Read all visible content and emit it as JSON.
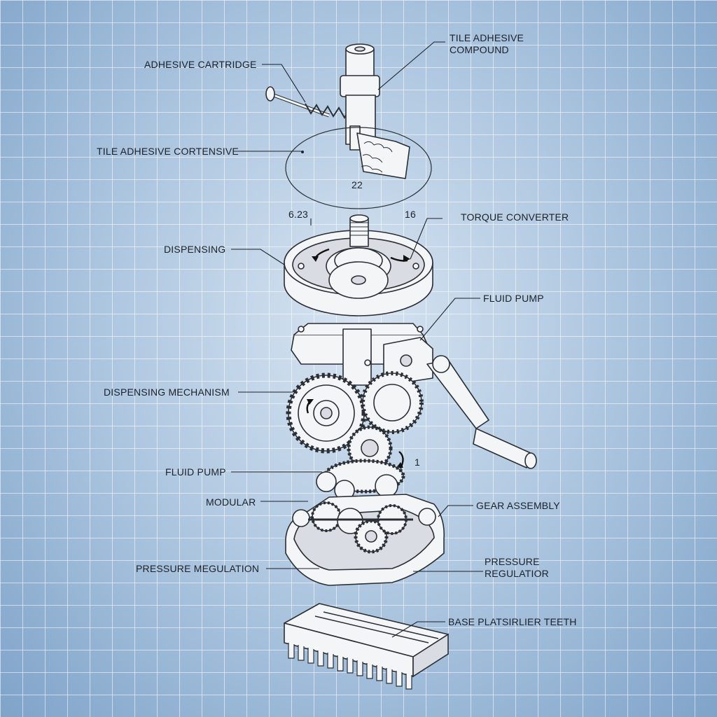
{
  "labels": {
    "adhesive_cartridge": "ADHESIVE CARTRIDGE",
    "tile_adhesive_compound": "TILE ADHESIVE\nCOMPOUND",
    "tile_adhesive_cortensive": "TILE ADHESIVE CORTENSIVE",
    "dim_22": "22",
    "dim_623": "6.23",
    "dim_16": "16",
    "torque_converter": "TORQUE CONVERTER",
    "dispensing": "DISPENSING",
    "fluid_pump_upper": "FLUID PUMP",
    "dispensing_mechanism": "DISPENSING MECHANISM",
    "dim_1": "1",
    "fluid_pump_lower": "FLUID PUMP",
    "modular": "MODULAR",
    "gear_assembly": "GEAR ASSEMBLY",
    "pressure_megulation": "PRESSURE MEGULATION",
    "pressure_regulator": "PRESSURE\nREGULATIOR",
    "base_plate_teeth": "BASE PLATSIRLIER TEETH"
  },
  "colors": {
    "background": "#a9c3de",
    "grid": "#ffffff",
    "line": "#2a2e35",
    "part_fill": "#f4f5f7"
  }
}
